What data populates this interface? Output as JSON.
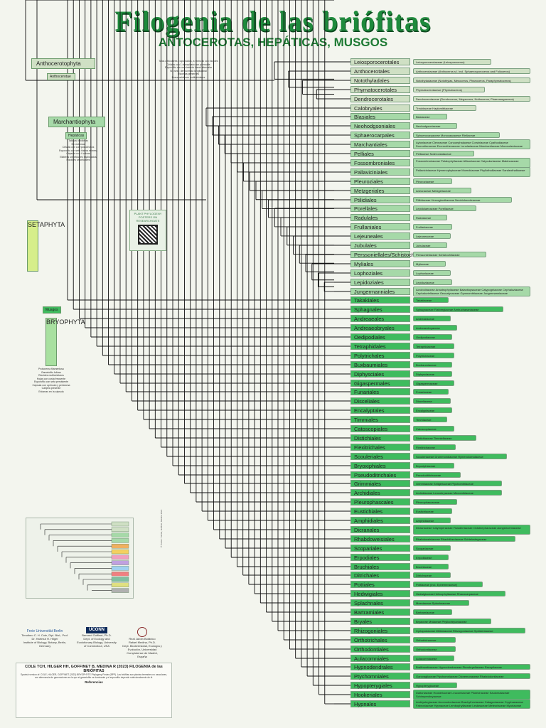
{
  "title": "Filogenia de las briófitas",
  "subtitle": "ANTOCEROTAS, HEPÁTICAS, MUSGOS",
  "clades": {
    "anthocerotophyta": "Anthocerotophyta",
    "anthocerotae": "Anthocerotae",
    "marchantiophyta": "Marchantiophyta",
    "hepaticae": "Hepáticas",
    "musgos": "Musgos",
    "setaphyta": "SETAPHYTA",
    "bryophyta": "BRYOPHYTA"
  },
  "qr_text": "PLANT PHYLOGENY POSTERS ON RESEARCHGATE",
  "credit_line": "© Poster: Tomás, Goffinet, Medina 2023",
  "orders": [
    {
      "name": "Leiosporocerotales",
      "families": [
        "Leiosporocerotaceae (Leiosporoceros)"
      ],
      "light": true
    },
    {
      "name": "Anthocerotales",
      "families": [
        "Anthocerotaceae (Anthoceros s.l. incl. Sphaerosporoceros and Folioceros)"
      ],
      "light": true
    },
    {
      "name": "Notothyladales",
      "families": [
        "Notothyladaceae (Notothylas, Mesoceros, Phaeoceros, Paraphymatoceros)"
      ],
      "light": true
    },
    {
      "name": "Phymatocerotales",
      "families": [
        "Phymatocerotaceae (Phymatoceros)"
      ],
      "light": true
    },
    {
      "name": "Dendrocerotales",
      "families": [
        "Dendrocerotaceae (Dendroceros, Megaceros, Nothoceros, Phaeomegaceros)"
      ],
      "light": true
    },
    {
      "name": "Calobryales",
      "families": [
        "Treubiaceae",
        "Haplomitriaceae"
      ],
      "light": true
    },
    {
      "name": "Blasiales",
      "families": [
        "Blasiaceae"
      ]
    },
    {
      "name": "Neohodgsoniales",
      "families": [
        "Neohodgsoniaceae"
      ]
    },
    {
      "name": "Sphaerocarpales",
      "families": [
        "Sphaerocarpaceae",
        "Monocarpaceae",
        "Riellaceae"
      ]
    },
    {
      "name": "Marchantiales",
      "families": [
        "Aytoniaceae",
        "Cleveaceae",
        "Conocephalaceae",
        "Corsiniaceae",
        "Cyathodiaceae",
        "Dumortieraceae",
        "Exormothecaceae",
        "Lunulariaceae",
        "Marchantiaceae",
        "Monosoleniaceae",
        "Oxymitraceae",
        "Ricciaceae",
        "Targioniaceae"
      ]
    },
    {
      "name": "Pelliales",
      "families": [
        "Pelliaceae",
        "Noterocladaceae"
      ]
    },
    {
      "name": "Fossombroniales",
      "families": [
        "Fossombroniaceae",
        "Petalophyllaceae",
        "Allisoniaceae",
        "Calyculariaceae",
        "Makinoaceae"
      ]
    },
    {
      "name": "Pallaviciniales",
      "families": [
        "Pallaviciniaceae",
        "Hymenophytaceae",
        "Moerckiaceae",
        "Phyllothalliaceae",
        "Sandeothallaceae"
      ]
    },
    {
      "name": "Pleuroziales",
      "families": [
        "Pleuroziaceae"
      ]
    },
    {
      "name": "Metzgeriales",
      "families": [
        "Aneuraceae",
        "Metzgeriaceae"
      ]
    },
    {
      "name": "Ptilidiales",
      "families": [
        "Ptilidiaceae",
        "Herzogianthaceae",
        "Neotrichocoleaceae"
      ]
    },
    {
      "name": "Porellales",
      "families": [
        "Lepidolaenaceae",
        "Porellaceae"
      ]
    },
    {
      "name": "Radulales",
      "families": [
        "Radulaceae"
      ]
    },
    {
      "name": "Frullaniales",
      "families": [
        "Frullaniaceae"
      ]
    },
    {
      "name": "Lejeuneales",
      "families": [
        "Lejeuneaceae"
      ]
    },
    {
      "name": "Jubulales",
      "families": [
        "Jubulaceae"
      ]
    },
    {
      "name": "Perssoniellales/Schistochilales",
      "families": [
        "Perssoniellaceae",
        "Schistochilaceae"
      ]
    },
    {
      "name": "Myliales",
      "families": [
        "Myliaceae"
      ]
    },
    {
      "name": "Lophoziales",
      "families": [
        "Lophoziaceae"
      ]
    },
    {
      "name": "Lepidoziales",
      "families": [
        "Lepidoziaceae"
      ]
    },
    {
      "name": "Jungermanniales",
      "families": [
        "Acrobolbaceae",
        "Anastrophyllaceae",
        "Balantiopsaceae",
        "Calypogeiaceae",
        "Cephaloziaceae",
        "Cephaloziellaceae",
        "Geocalycaceae",
        "Gymnomitriaceae",
        "Jungermanniaceae",
        "Lophocoleaceae",
        "Plagiochilaceae",
        "Scapaniaceae",
        "Trichocoleaceae"
      ]
    },
    {
      "name": "Takakiales",
      "families": [
        "Takakiaceae"
      ]
    },
    {
      "name": "Sphagnales",
      "families": [
        "Sphagnaceae",
        "Flatbergiaceae",
        "Ambuchananiaceae"
      ]
    },
    {
      "name": "Andreaeales",
      "families": [
        "Andreaeaceae"
      ]
    },
    {
      "name": "Andreaeobryales",
      "families": [
        "Andreaeobryaceae"
      ]
    },
    {
      "name": "Oedipodiales",
      "families": [
        "Oedipodiaceae"
      ]
    },
    {
      "name": "Tetraphidales",
      "families": [
        "Tetraphidaceae"
      ]
    },
    {
      "name": "Polytrichales",
      "families": [
        "Polytrichaceae"
      ]
    },
    {
      "name": "Buxbaumiales",
      "families": [
        "Buxbaumiaceae"
      ]
    },
    {
      "name": "Diphysciales",
      "families": [
        "Diphysciaceae"
      ]
    },
    {
      "name": "Gigaspermales",
      "families": [
        "Gigaspermaceae"
      ]
    },
    {
      "name": "Funariales",
      "families": [
        "Funariaceae"
      ]
    },
    {
      "name": "Disceliales",
      "families": [
        "Disceliaceae"
      ]
    },
    {
      "name": "Encalyptales",
      "families": [
        "Encalyptaceae"
      ]
    },
    {
      "name": "Timmiales",
      "families": [
        "Timmiaceae"
      ]
    },
    {
      "name": "Catoscopiales",
      "families": [
        "Catoscopiaceae"
      ]
    },
    {
      "name": "Distichiales",
      "families": [
        "Distichiaceae",
        "Timmiellaceae"
      ]
    },
    {
      "name": "Flexitrichales",
      "families": [
        "Flexitrichaceae"
      ]
    },
    {
      "name": "Scouleriales",
      "families": [
        "Scouleriaceae",
        "Drummondiaceae",
        "Hymenolomataceae"
      ]
    },
    {
      "name": "Bryoxiphiales",
      "families": [
        "Bryoxiphiaceae"
      ]
    },
    {
      "name": "Pseudoditrichales",
      "families": [
        "Pseudoditrichaceae"
      ]
    },
    {
      "name": "Grimmiales",
      "families": [
        "Grimmiaceae",
        "Seligeriaceae",
        "Ptychomitriaceae"
      ]
    },
    {
      "name": "Archidiales",
      "families": [
        "Archidiaceae",
        "Leucobryaceae",
        "Micromitriaceae"
      ]
    },
    {
      "name": "Pleurophascales",
      "families": [
        "Pleurophascaceae"
      ]
    },
    {
      "name": "Eustichiales",
      "families": [
        "Eustichiaceae"
      ]
    },
    {
      "name": "Amphidiales",
      "families": [
        "Amphidiaceae"
      ]
    },
    {
      "name": "Dicranales",
      "families": [
        "Dicranaceae",
        "Calymperaceae",
        "Fissidentaceae",
        "Octoblepharaceae",
        "Aongstroemiaceae"
      ]
    },
    {
      "name": "Rhabdoweisiales",
      "families": [
        "Rhabdoweisiaceae",
        "Rhachitheciaceae",
        "Schistostegaceae"
      ]
    },
    {
      "name": "Scopariales",
      "families": [
        "Scopariaceae"
      ]
    },
    {
      "name": "Erpodiales",
      "families": [
        "Erpodiaceae"
      ]
    },
    {
      "name": "Bruchiales",
      "families": [
        "Bruchiaceae"
      ]
    },
    {
      "name": "Ditrichales",
      "families": [
        "Ditrichaceae"
      ]
    },
    {
      "name": "Pottiales",
      "families": [
        "Pottiaceae (incl. Ephemeraceae)"
      ]
    },
    {
      "name": "Hedwigiales",
      "families": [
        "Hedwigiaceae",
        "Helicophyllaceae",
        "Rhacocarpaceae"
      ]
    },
    {
      "name": "Splachnales",
      "families": [
        "Meesiaceae",
        "Splachnaceae"
      ]
    },
    {
      "name": "Bartramiales",
      "families": [
        "Bartramiaceae"
      ]
    },
    {
      "name": "Bryales",
      "families": [
        "Bryaceae",
        "Mniaceae",
        "Phyllodrepaniaceae"
      ]
    },
    {
      "name": "Rhizogoniales",
      "families": [
        "Cyrtopodaceae",
        "Mitteniaceae",
        "Rhizogoniaceae",
        "Spiridentaceae"
      ]
    },
    {
      "name": "Orthotrichales",
      "families": [
        "Orthotrichaceae"
      ]
    },
    {
      "name": "Orthodontiales",
      "families": [
        "Orthodontiaceae"
      ]
    },
    {
      "name": "Aulacomniales",
      "families": [
        "Aulacomniaceae"
      ]
    },
    {
      "name": "Hypnodendrales",
      "families": [
        "Braithwaiteaceae",
        "Hypnodendraceae",
        "Pterobryellaceae",
        "Racopilaceae"
      ]
    },
    {
      "name": "Ptychomniales",
      "families": [
        "Garovagliaceae",
        "Ptychomniaceae",
        "Dicnemonaceae",
        "Rhabdodontiaceae"
      ]
    },
    {
      "name": "Hypopterygiales",
      "families": [
        "Hypopterygiaceae"
      ]
    },
    {
      "name": "Hookeriales",
      "families": [
        "Daltoniaceae",
        "Hookeriaceae",
        "Leucomiaceae",
        "Pilotrichaceae",
        "Saulomataceae",
        "Schimperobryaceae"
      ]
    },
    {
      "name": "Hypnales",
      "families": [
        "Amblystegiaceae",
        "Anomodontaceae",
        "Brachytheciaceae",
        "Catagoniaceae",
        "Cryphaeaceae",
        "Fabroniaceae",
        "Hypnaceae",
        "Lembophyllaceae",
        "Leskeaceae",
        "Meteoriaceae",
        "Myuriaceae",
        "Neckeraceae",
        "Plagiotheciaceae",
        "Pterobryaceae",
        "Pylaisiaceae",
        "Sematophyllaceae",
        "Stereophyllaceae",
        "Thuidiaceae"
      ]
    }
  ],
  "notes": {
    "antho": [
      "Talos orbiculares o aplanados, a menudo con rizoides",
      "Células con 1 cloroplasto con pirenoide",
      "Esporofito con crecimiento basal intercalar",
      "Sin seta; dehiscencia longitudinal",
      "Estomas presentes",
      "Pseudoeláteres multicelulares"
    ],
    "hep": [
      "Talosas o foliosas",
      "Sin estomas",
      "Células con cuerpos oleosos",
      "Esporofito con seta hialina efímera",
      "Cápsula con 4 valvas",
      "Eláteres unicelulares espiralados",
      "Rizoides unicelulares"
    ],
    "musg": [
      "Protonema filamentoso",
      "Gametofito folioso",
      "Rizoides multicelulares",
      "Hojas con costa frecuente",
      "Esporofito con seta persistente",
      "Cápsula con opérculo y peristoma",
      "Caliptra presente",
      "Estomas en la cápsula"
    ]
  },
  "institutions": [
    {
      "name": "Freie Universität Berlin",
      "people": "Timotheo C. H. Cole, Dipl. Biol.; Prof. Dr. Hartmut H. Hilger",
      "detail": "Institute of Biology, Botany, Berlin, Germany"
    },
    {
      "name": "UCONN",
      "people": "Bernard Goffinet, Ph.D.",
      "detail": "Dept. of Ecology and Evolutionary Biology, University of Connecticut, USA"
    },
    {
      "name": "Real Jardín Botánico",
      "people": "Rafael Medina, Ph.D.",
      "detail": "Dept. Biodiversidad, Ecología y Evolución, Universidad Complutense de Madrid, España"
    }
  ],
  "citation": {
    "heading": "COLE TCH, HILGER HH, GOFFINET B, MEDINA R (2023) FILOGENIA de las BRIÓFITAS",
    "body": "Spanish version of: COLE, HILGER, GOFFINET (2023) BRYOPHYTE Phylogeny Poster (BPP). Las briófitas son plantas terrestres no vasculares, con alternancia de generaciones en la que el gametofito es dominante y el esporofito depende nutricionalmente de él.",
    "refs_label": "Referencias"
  },
  "colors": {
    "accent": "#1e8a3c",
    "antho": "#cfe0c4",
    "hep": "#a6d9a8",
    "musg": "#3fbb5e"
  }
}
